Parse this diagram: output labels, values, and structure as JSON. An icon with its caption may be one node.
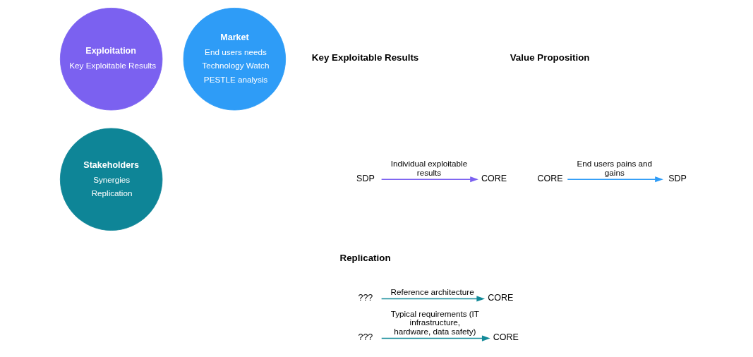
{
  "diagram": {
    "nodes": [
      {
        "text": [
          "Exploitation",
          "Key Exploitable Results"
        ]
      },
      {
        "text": [
          "Market",
          "End users needs",
          "Technology Watch",
          "PESTLE analysis"
        ]
      },
      {
        "text": [
          "Stakeholders",
          "Synergies",
          "Replication"
        ]
      },
      {
        "text": [
          "SDP"
        ]
      },
      {
        "text": [
          "CORE"
        ]
      },
      {
        "text": [
          "CORE"
        ]
      },
      {
        "text": [
          "SDP"
        ]
      },
      {
        "text": [
          "???"
        ]
      },
      {
        "text": [
          "CORE"
        ]
      },
      {
        "text": [
          "???"
        ]
      },
      {
        "text": [
          "CORE"
        ]
      }
    ],
    "edges": [
      {
        "from": 3,
        "to": 4,
        "arrow": "to",
        "label": "Individual exploitable results",
        "color": "#7b61f0"
      },
      {
        "from": 5,
        "to": 6,
        "arrow": "to",
        "label": "End users pains and gains",
        "color": "#2e9cf7"
      },
      {
        "from": 7,
        "to": 8,
        "arrow": "to",
        "label": "Reference architecture"
      },
      {
        "from": 9,
        "to": 10,
        "arrow": "to",
        "label": "Typical requirements (IT infrastructure, hardware, data safety)"
      }
    ],
    "labels": [
      "Key Exploitable Results",
      "Value Proposition",
      "Replication"
    ]
  }
}
